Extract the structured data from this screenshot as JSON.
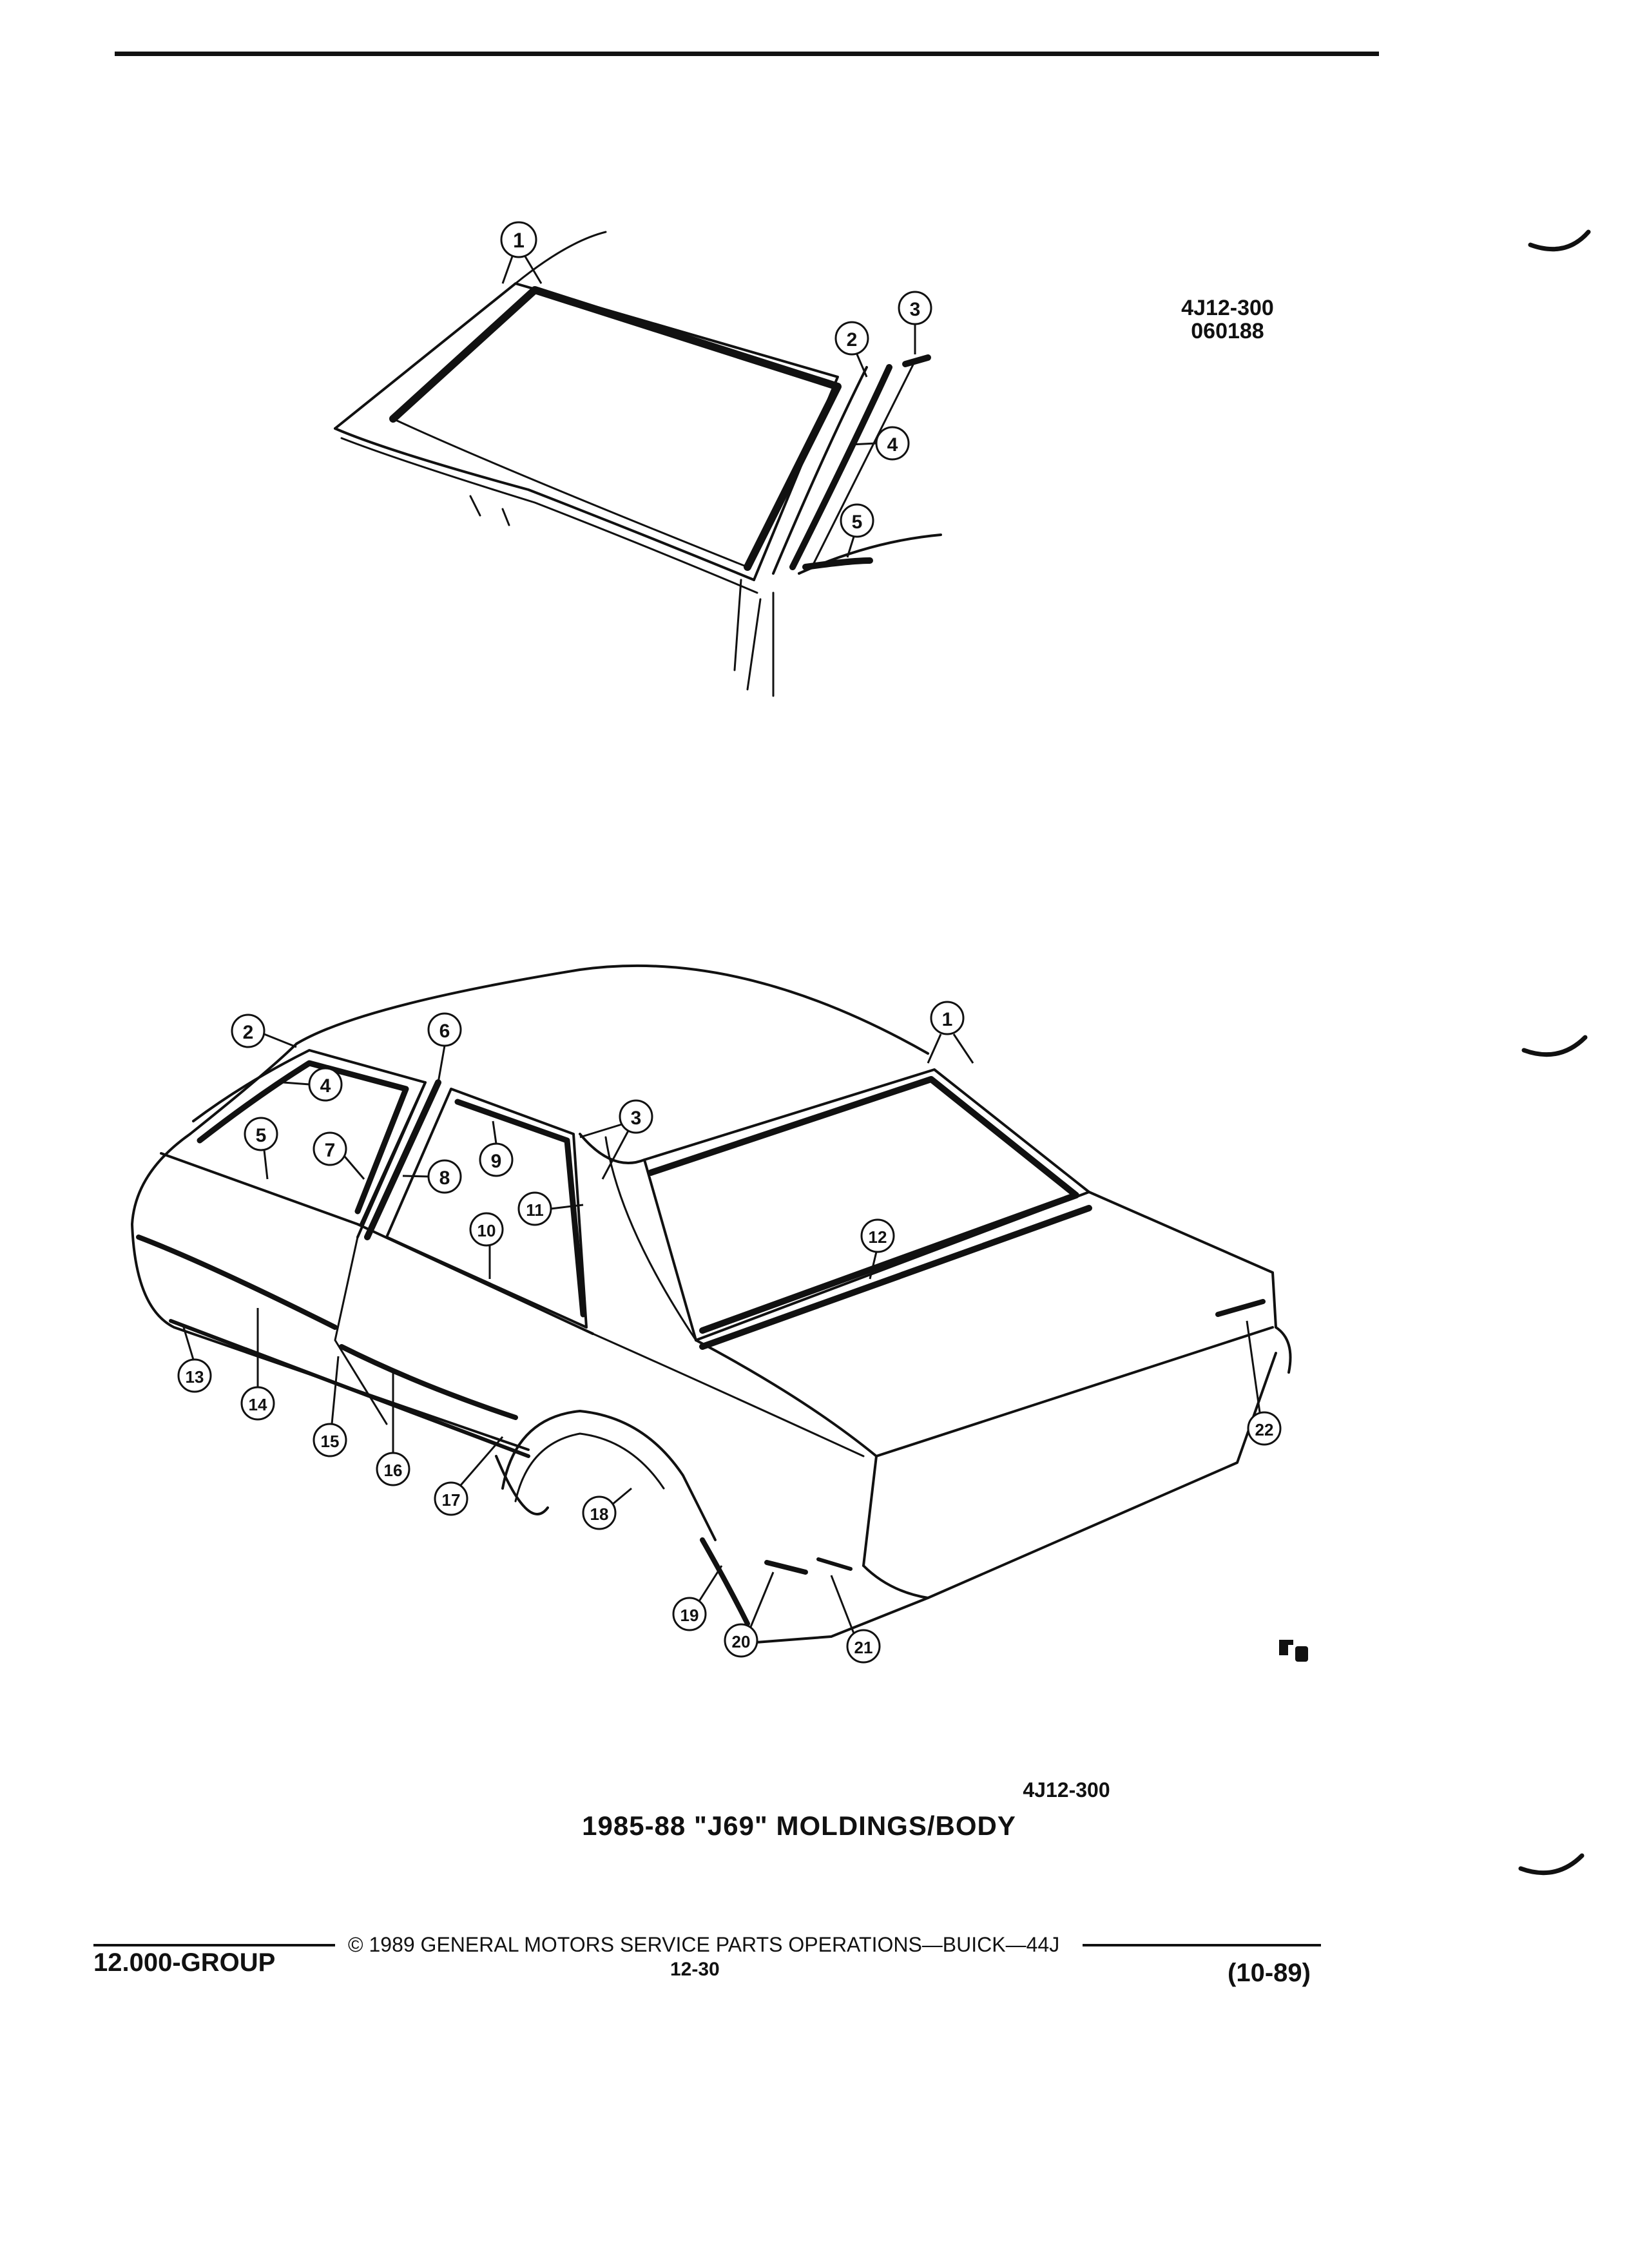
{
  "figure_codes": {
    "top_code": "4J12-300",
    "top_date": "060188",
    "bottom_code": "4J12-300"
  },
  "caption": "1985-88 \"J69\" MOLDINGS/BODY",
  "footer": {
    "group": "12.000-GROUP",
    "copyright": "© 1989 GENERAL MOTORS SERVICE PARTS OPERATIONS—BUICK—44J",
    "page": "12-30",
    "date": "(10-89)"
  },
  "callouts_top": [
    "1",
    "2",
    "3",
    "4",
    "5"
  ],
  "callouts_bottom": [
    "1",
    "2",
    "3",
    "4",
    "5",
    "6",
    "7",
    "8",
    "9",
    "10",
    "11",
    "12",
    "13",
    "14",
    "15",
    "16",
    "17",
    "18",
    "19",
    "20",
    "21",
    "22"
  ],
  "colors": {
    "ink": "#111111",
    "paper": "#ffffff"
  }
}
